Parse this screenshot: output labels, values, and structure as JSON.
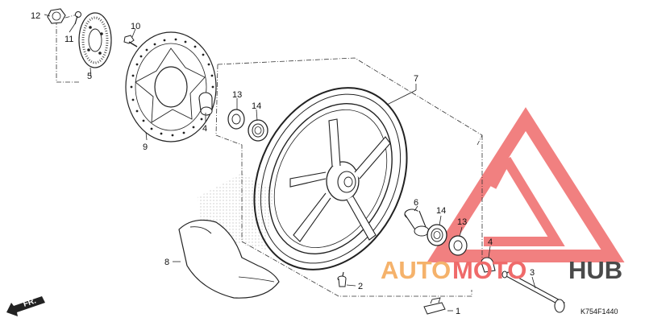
{
  "diagram_code": "K754F1440",
  "direction_label": "FR.",
  "watermark": {
    "word_1": "AUTO",
    "word_2": "MOTO",
    "word_3": "HUB",
    "color_1": "#f5b26b",
    "color_2": "#ef6a6a",
    "color_3": "#4a4a4a"
  },
  "callouts": [
    {
      "id": "c1",
      "label": "1"
    },
    {
      "id": "c2",
      "label": "2"
    },
    {
      "id": "c3",
      "label": "3"
    },
    {
      "id": "c4a",
      "label": "4"
    },
    {
      "id": "c4b",
      "label": "4"
    },
    {
      "id": "c5",
      "label": "5"
    },
    {
      "id": "c6",
      "label": "6"
    },
    {
      "id": "c7",
      "label": "7"
    },
    {
      "id": "c8",
      "label": "8"
    },
    {
      "id": "c9",
      "label": "9"
    },
    {
      "id": "c10",
      "label": "10"
    },
    {
      "id": "c11",
      "label": "11"
    },
    {
      "id": "c12",
      "label": "12"
    },
    {
      "id": "c13a",
      "label": "13"
    },
    {
      "id": "c13b",
      "label": "13"
    },
    {
      "id": "c14a",
      "label": "14"
    },
    {
      "id": "c14b",
      "label": "14"
    }
  ]
}
